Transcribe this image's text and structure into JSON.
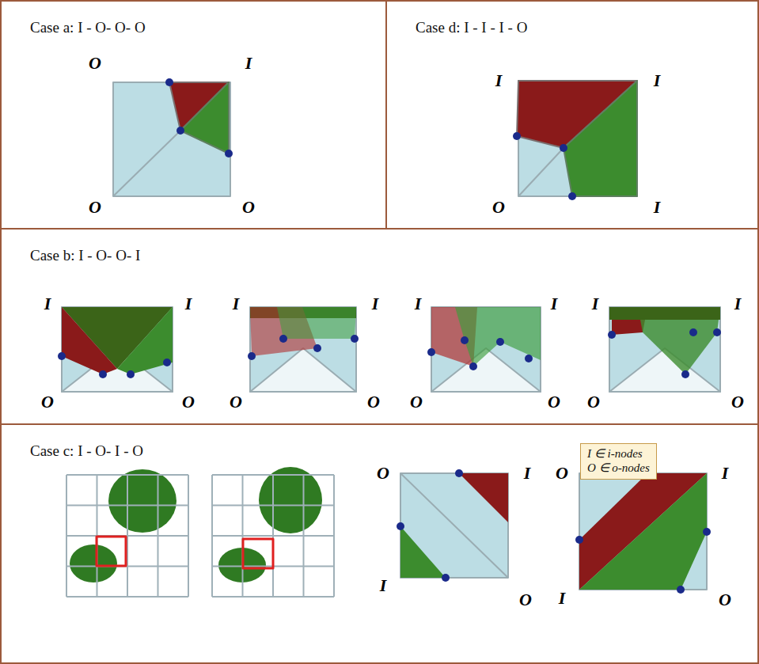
{
  "diagram": {
    "nodes": [
      {
        "text": [
          "Case a:  I - O- O- O"
        ]
      },
      {
        "text": [
          "Case d:  I - I - I - O"
        ]
      },
      {
        "text": [
          "Case b:  I - O- O- I"
        ]
      },
      {
        "text": [
          "Case c:  I - O- I - O"
        ]
      },
      {
        "text": [
          "I ∈ i-nodes",
          "O ∈ o-nodes"
        ],
        "in": 3
      }
    ],
    "labels": [
      "O",
      "I",
      "O",
      "O",
      "I",
      "I",
      "O",
      "I",
      "I",
      "I",
      "O",
      "O",
      "I",
      "I",
      "O",
      "O",
      "I",
      "I",
      "O",
      "O",
      "I",
      "I",
      "O",
      "O",
      "O",
      "I",
      "I",
      "O",
      "O",
      "I",
      "I",
      "O"
    ]
  }
}
